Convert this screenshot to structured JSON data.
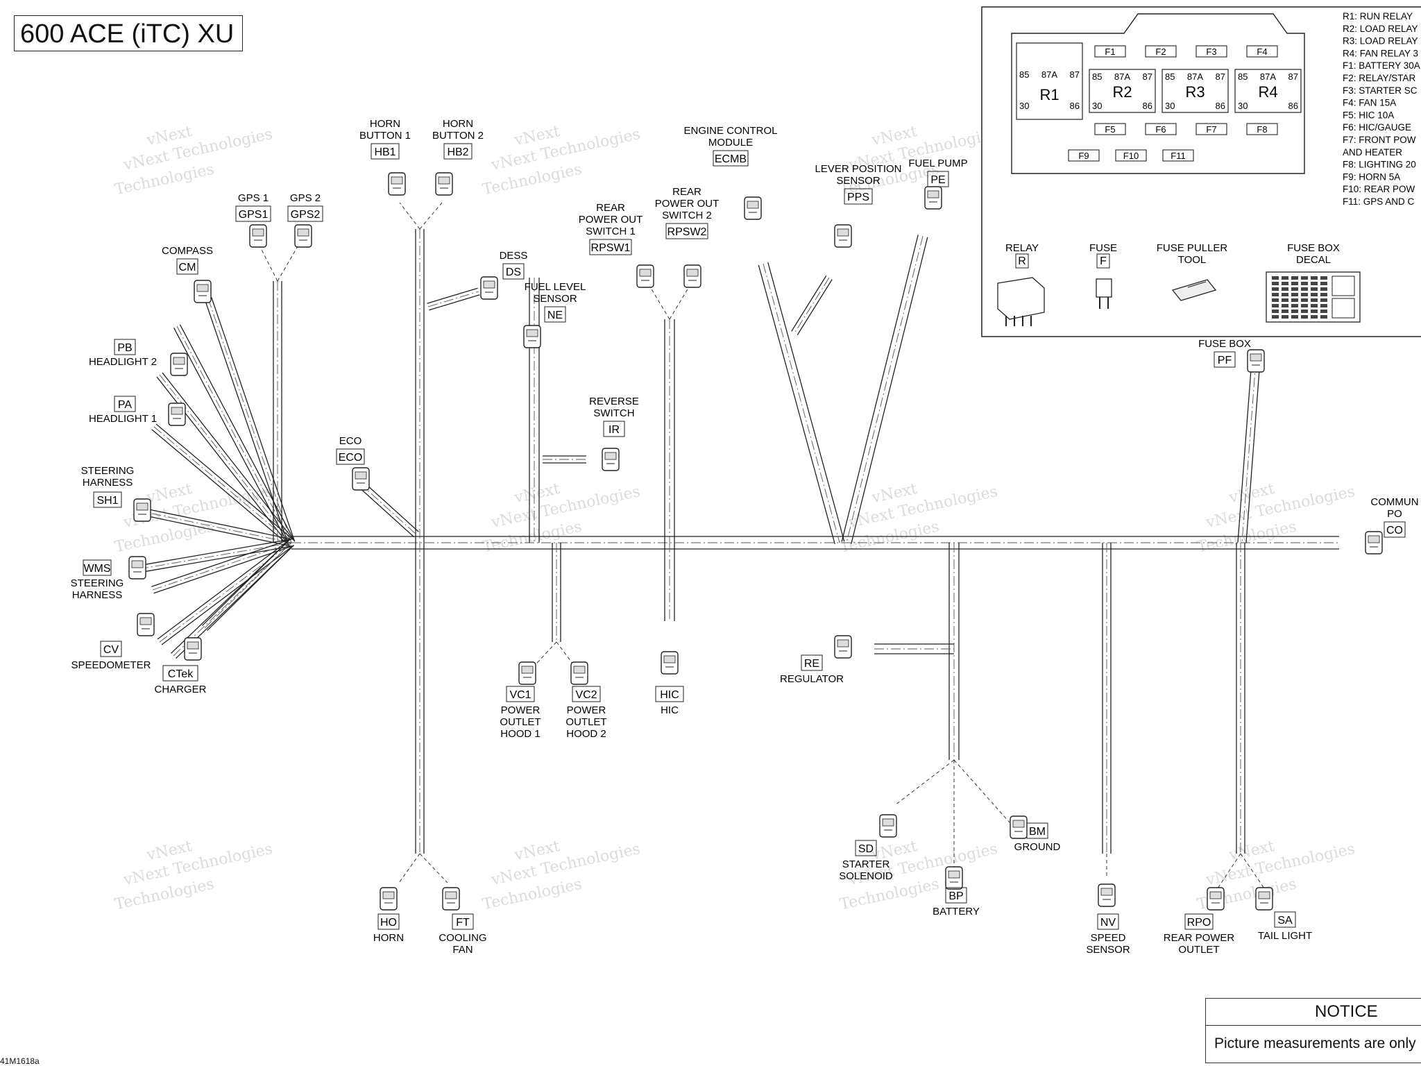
{
  "title": "600 ACE (iTC) XU",
  "watermark": [
    "vNext Technologies",
    "Technologies",
    "vNext"
  ],
  "components": [
    {
      "id": "HB1",
      "code": "HB1",
      "label": [
        "HORN",
        "BUTTON 1"
      ]
    },
    {
      "id": "HB2",
      "code": "HB2",
      "label": [
        "HORN",
        "BUTTON 2"
      ]
    },
    {
      "id": "GPS1",
      "code": "GPS1",
      "label": [
        "GPS 1"
      ]
    },
    {
      "id": "GPS2",
      "code": "GPS2",
      "label": [
        "GPS 2"
      ]
    },
    {
      "id": "CM",
      "code": "CM",
      "label": [
        "COMPASS"
      ]
    },
    {
      "id": "PB",
      "code": "PB",
      "label": [
        "HEADLIGHT 2"
      ]
    },
    {
      "id": "PA",
      "code": "PA",
      "label": [
        "HEADLIGHT 1"
      ]
    },
    {
      "id": "SH1",
      "code": "SH1",
      "label": [
        "STEERING",
        "HARNESS"
      ]
    },
    {
      "id": "WMS",
      "code": "WMS",
      "label": [
        "STEERING",
        "HARNESS"
      ]
    },
    {
      "id": "CV",
      "code": "CV",
      "label": [
        "SPEEDOMETER"
      ]
    },
    {
      "id": "CTek",
      "code": "CTek",
      "label": [
        "CHARGER"
      ]
    },
    {
      "id": "ECO",
      "code": "ECO",
      "label": [
        "ECO"
      ]
    },
    {
      "id": "DS",
      "code": "DS",
      "label": [
        "DESS"
      ]
    },
    {
      "id": "NE",
      "code": "NE",
      "label": [
        "FUEL LEVEL",
        "SENSOR"
      ]
    },
    {
      "id": "IR",
      "code": "IR",
      "label": [
        "REVERSE",
        "SWITCH"
      ]
    },
    {
      "id": "RPSW1",
      "code": "RPSW1",
      "label": [
        "REAR",
        "POWER OUT",
        "SWITCH 1"
      ]
    },
    {
      "id": "RPSW2",
      "code": "RPSW2",
      "label": [
        "REAR",
        "POWER OUT",
        "SWITCH 2"
      ]
    },
    {
      "id": "ECMB",
      "code": "ECMB",
      "label": [
        "ENGINE CONTROL",
        "MODULE"
      ]
    },
    {
      "id": "PPS",
      "code": "PPS",
      "label": [
        "LEVER POSITION",
        "SENSOR"
      ]
    },
    {
      "id": "PE",
      "code": "PE",
      "label": [
        "FUEL PUMP"
      ]
    },
    {
      "id": "PF",
      "code": "PF",
      "label": [
        "FUSE BOX"
      ]
    },
    {
      "id": "CO",
      "code": "CO",
      "label": [
        "COMMUN",
        "PO"
      ]
    },
    {
      "id": "HO",
      "code": "HO",
      "label": [
        "HORN"
      ]
    },
    {
      "id": "FT",
      "code": "FT",
      "label": [
        "COOLING",
        "FAN"
      ]
    },
    {
      "id": "VC1",
      "code": "VC1",
      "label": [
        "POWER",
        "OUTLET",
        "HOOD 1"
      ]
    },
    {
      "id": "VC2",
      "code": "VC2",
      "label": [
        "POWER",
        "OUTLET",
        "HOOD 2"
      ]
    },
    {
      "id": "HIC",
      "code": "HIC",
      "label": [
        "HIC"
      ]
    },
    {
      "id": "RE",
      "code": "RE",
      "label": [
        "REGULATOR"
      ]
    },
    {
      "id": "SD",
      "code": "SD",
      "label": [
        "STARTER",
        "SOLENOID"
      ]
    },
    {
      "id": "BP",
      "code": "BP",
      "label": [
        "BATTERY"
      ]
    },
    {
      "id": "BM",
      "code": "BM",
      "label": [
        "GROUND"
      ]
    },
    {
      "id": "NV",
      "code": "NV",
      "label": [
        "SPEED",
        "SENSOR"
      ]
    },
    {
      "id": "RPO",
      "code": "RPO",
      "label": [
        "REAR POWER",
        "OUTLET"
      ]
    },
    {
      "id": "SA",
      "code": "SA",
      "label": [
        "TAIL LIGHT"
      ]
    }
  ],
  "fusebox": {
    "relays": [
      {
        "name": "R1",
        "pins": [
          "85",
          "87A",
          "87",
          "30",
          "86"
        ]
      },
      {
        "name": "R2",
        "pins": [
          "85",
          "87A",
          "87",
          "30",
          "86"
        ]
      },
      {
        "name": "R3",
        "pins": [
          "85",
          "87A",
          "87",
          "30",
          "86"
        ]
      },
      {
        "name": "R4",
        "pins": [
          "85",
          "87A",
          "87",
          "30",
          "86"
        ]
      }
    ],
    "fuses_top": [
      "F1",
      "F2",
      "F3",
      "F4"
    ],
    "fuses_mid": [
      "F5",
      "F6",
      "F7",
      "F8"
    ],
    "fuses_bot": [
      "F9",
      "F10",
      "F11"
    ],
    "legend": [
      "R1: RUN RELAY",
      "R2: LOAD RELAY",
      "R3: LOAD RELAY",
      "R4: FAN RELAY 3",
      "F1: BATTERY 30A",
      "F2: RELAY/STAR",
      "F3: STARTER SC",
      "F4: FAN 15A",
      "F5: HIC 10A",
      "F6: HIC/GAUGE",
      "F7: FRONT POW",
      "AND HEATER",
      "F8: LIGHTING 20",
      "F9: HORN 5A",
      "F10: REAR POW",
      "F11: GPS AND C"
    ],
    "parts": [
      {
        "code": "R",
        "label": [
          "RELAY"
        ]
      },
      {
        "code": "F",
        "label": [
          "FUSE"
        ]
      },
      {
        "code": "",
        "label": [
          "FUSE PULLER",
          "TOOL"
        ]
      },
      {
        "code": "",
        "label": [
          "FUSE BOX",
          "DECAL"
        ]
      }
    ]
  },
  "notice": {
    "heading": "NOTICE",
    "text": "Picture measurements are only"
  },
  "figure_ref": "41M1618a"
}
